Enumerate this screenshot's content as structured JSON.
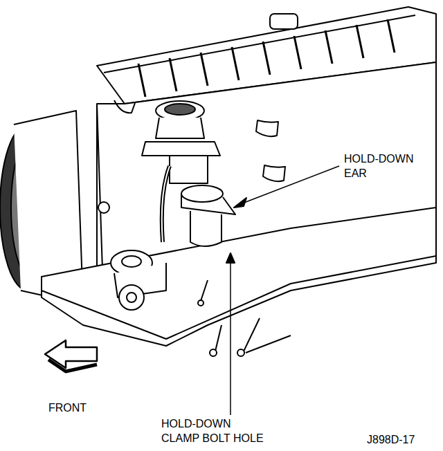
{
  "diagram": {
    "labels": [
      "HOLD-DOWN EAR",
      "FRONT",
      "HOLD-DOWN CLAMP BOLT HOLE",
      "J898D-17"
    ]
  }
}
